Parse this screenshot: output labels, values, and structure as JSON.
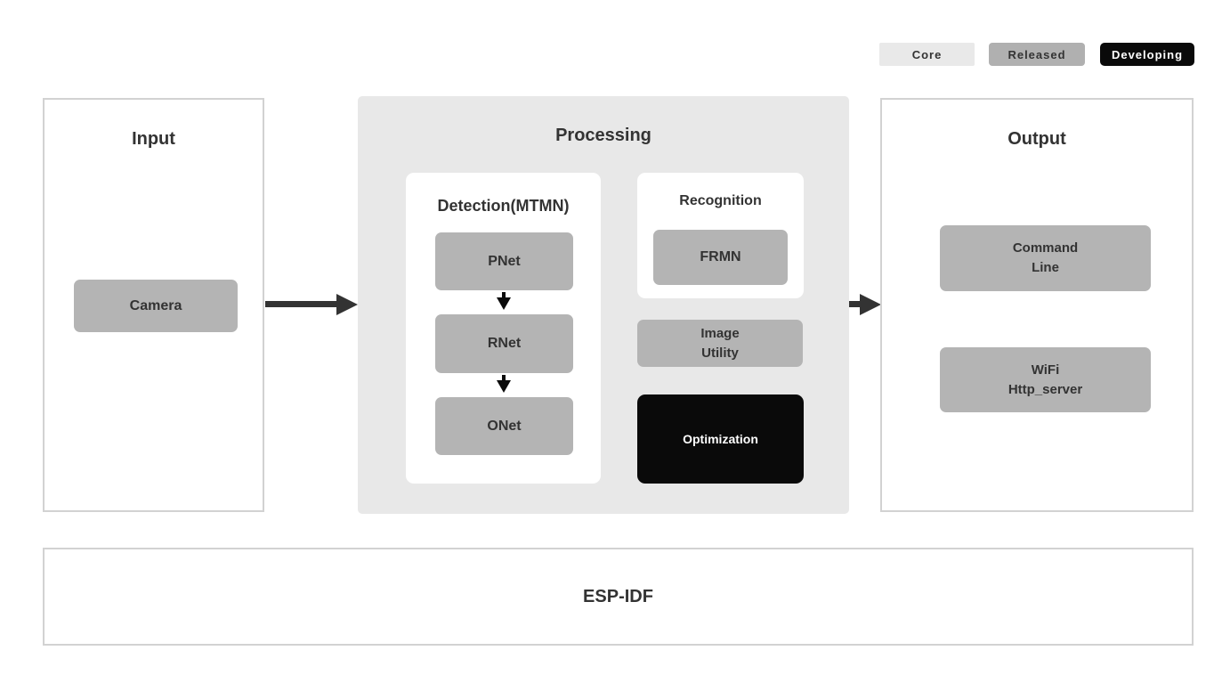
{
  "colors": {
    "page_bg": "#ffffff",
    "panel_bg": "#e8e8e8",
    "block_gray": "#b4b4b4",
    "block_black": "#0a0a0a",
    "box_border": "#d2d2d2",
    "text_dark": "#333333",
    "text_light": "#ffffff",
    "arrow": "#333333"
  },
  "legend": {
    "core": {
      "label": "Core"
    },
    "released": {
      "label": "Released"
    },
    "developing": {
      "label": "Developing"
    }
  },
  "input": {
    "title": "Input",
    "camera": {
      "label": "Camera"
    }
  },
  "processing": {
    "title": "Processing",
    "detection": {
      "title": "Detection(MTMN)",
      "pnet": {
        "label": "PNet"
      },
      "rnet": {
        "label": "RNet"
      },
      "onet": {
        "label": "ONet"
      }
    },
    "recognition": {
      "title": "Recognition",
      "frmn": {
        "label": "FRMN"
      }
    },
    "image_utility": {
      "line1": "Image",
      "line2": "Utility"
    },
    "optimization": {
      "label": "Optimization"
    }
  },
  "output": {
    "title": "Output",
    "command_line": {
      "line1": "Command",
      "line2": "Line"
    },
    "wifi_http_server": {
      "line1": "WiFi",
      "line2": "Http_server"
    }
  },
  "foundation": {
    "title": "ESP-IDF"
  }
}
